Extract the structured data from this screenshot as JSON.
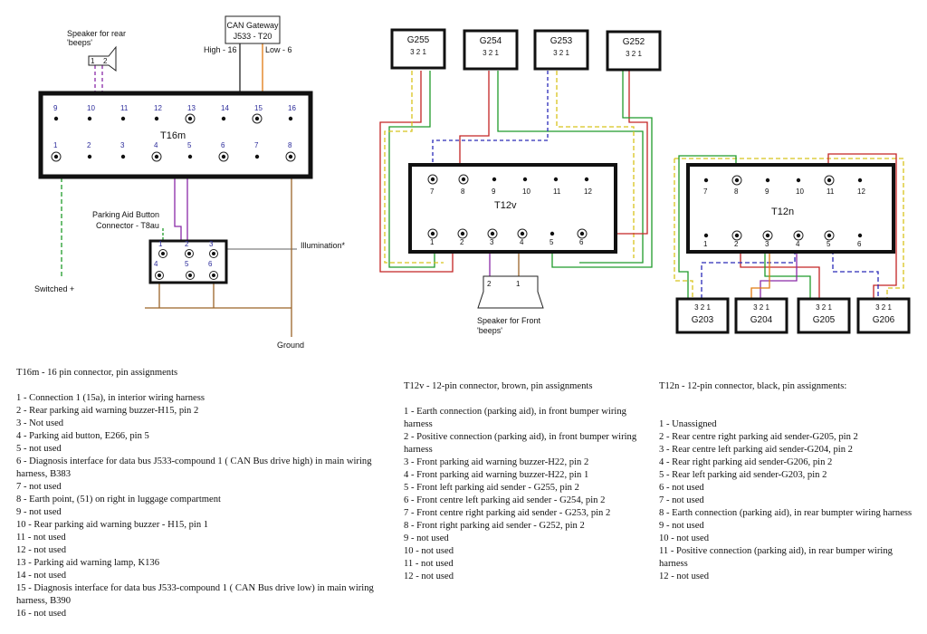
{
  "diagram": {
    "t16m": {
      "name": "T16m",
      "pins_top": [
        "9",
        "10",
        "11",
        "12",
        "13",
        "14",
        "15",
        "16"
      ],
      "pins_bottom": [
        "1",
        "2",
        "3",
        "4",
        "5",
        "6",
        "7",
        "8"
      ]
    },
    "t12v": {
      "name": "T12v",
      "pins_top": [
        "7",
        "8",
        "9",
        "10",
        "11",
        "12"
      ],
      "pins_bottom": [
        "1",
        "2",
        "3",
        "4",
        "5",
        "6"
      ]
    },
    "t12n": {
      "name": "T12n",
      "pins_top": [
        "7",
        "8",
        "9",
        "10",
        "11",
        "12"
      ],
      "pins_bottom": [
        "1",
        "2",
        "3",
        "4",
        "5",
        "6"
      ]
    },
    "t8au": {
      "pins": [
        "1",
        "2",
        "3",
        "4",
        "5",
        "6"
      ],
      "label_line1": "Parking Aid Button",
      "label_line2": "Connector - T8au"
    },
    "can_gateway": {
      "line1": "CAN Gateway",
      "line2": "J533 - T20"
    },
    "can_high": "High - 16",
    "can_low": "Low - 6",
    "speaker_rear": {
      "line1": "Speaker for rear",
      "line2": "'beeps'",
      "pins": [
        "1",
        "2"
      ]
    },
    "speaker_front": {
      "line1": "Speaker for Front",
      "line2": "'beeps'",
      "pins": [
        "2",
        "1"
      ]
    },
    "illumination": "Illumination*",
    "ground": "Ground",
    "switched": "Switched +",
    "sender_pins": "3 2 1",
    "front_sensors": [
      "G255",
      "G254",
      "G253",
      "G252"
    ],
    "rear_sensors": [
      "G203",
      "G204",
      "G205",
      "G206"
    ]
  },
  "colors": {
    "green": "#1f9b2a",
    "red": "#c42424",
    "yellow": "#d8c41c",
    "blue": "#2a2ab8",
    "purple": "#8a2aa8",
    "brown": "#9a6428",
    "orange": "#e07a10",
    "grey": "#808080",
    "pinnum": "#2b2b9a"
  },
  "texts": {
    "t16m": {
      "heading": "T16m - 16 pin connector, pin assignments",
      "lines": [
        "1 -  Connection 1 (15a), in interior wiring harness",
        "2 - Rear parking aid warning buzzer-H15, pin 2",
        "3 - Not used",
        "4 - Parking aid button, E266, pin 5",
        "5 - not used",
        "6 - Diagnosis interface for data bus J533-compound 1 ( CAN Bus drive high) in main wiring harness, B383",
        "7 - not used",
        "8 - Earth point, (51) on right in luggage compartment",
        "9 - not used",
        "10 - Rear parking aid warning buzzer - H15, pin 1",
        "11 - not used",
        "12 - not used",
        "13 - Parking aid warning lamp, K136",
        "14 - not used",
        "15 - Diagnosis interface for data bus J533-compound 1 ( CAN Bus drive low) in main wiring harness, B390",
        "16 - not used"
      ]
    },
    "t12v": {
      "heading": "T12v - 12-pin connector, brown, pin assignments",
      "lines": [
        "1 - Earth connection (parking aid), in front bumper wiring harness",
        "2 - Positive connection (parking aid), in front bumper wiring harness",
        "3 - Front parking aid warning buzzer-H22, pin 2",
        "4 - Front parking aid warning buzzer-H22, pin 1",
        "5 - Front left parking aid sender - G255, pin 2",
        "6 - Front centre left parking aid sender - G254, pin 2",
        "7 - Front centre right parking aid sender - G253, pin 2",
        "8 - Front right parking aid sender - G252, pin 2",
        "9 - not used",
        "10 - not used",
        "11 - not used",
        "12 - not used"
      ]
    },
    "t12n": {
      "heading": "T12n - 12-pin connector, black, pin assignments:",
      "lines": [
        "1 - Unassigned",
        "2 - Rear centre right parking aid sender-G205, pin 2",
        "3 - Rear centre left parking aid sender-G204, pin 2",
        "4 - Rear right parking aid sender-G206, pin 2",
        "5 - Rear left parking aid sender-G203, pin 2",
        "6 - not used",
        "7 - not used",
        "8 - Earth connection (parking aid), in rear bumpter wiring harness",
        "9 - not used",
        "10 - not used",
        "11 - Positive connection (parking aid), in rear bumper wiring harness",
        "12 - not used"
      ]
    }
  }
}
